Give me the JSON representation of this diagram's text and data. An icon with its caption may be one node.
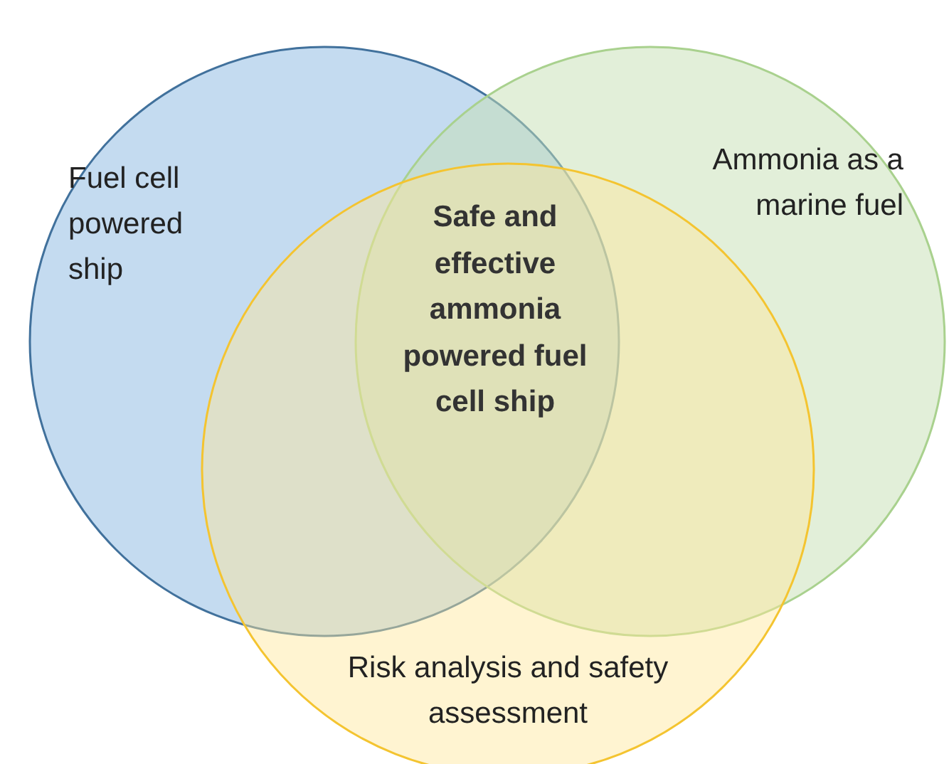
{
  "diagram": {
    "nodes": [
      {
        "text": [
          "Fuel cell powered ship"
        ]
      },
      {
        "text": [
          "Ammonia as a marine fuel"
        ]
      },
      {
        "text": [
          "Risk analysis and safety assessment"
        ]
      }
    ],
    "labels": [
      "Safe and effective ammonia powered fuel cell ship"
    ]
  }
}
